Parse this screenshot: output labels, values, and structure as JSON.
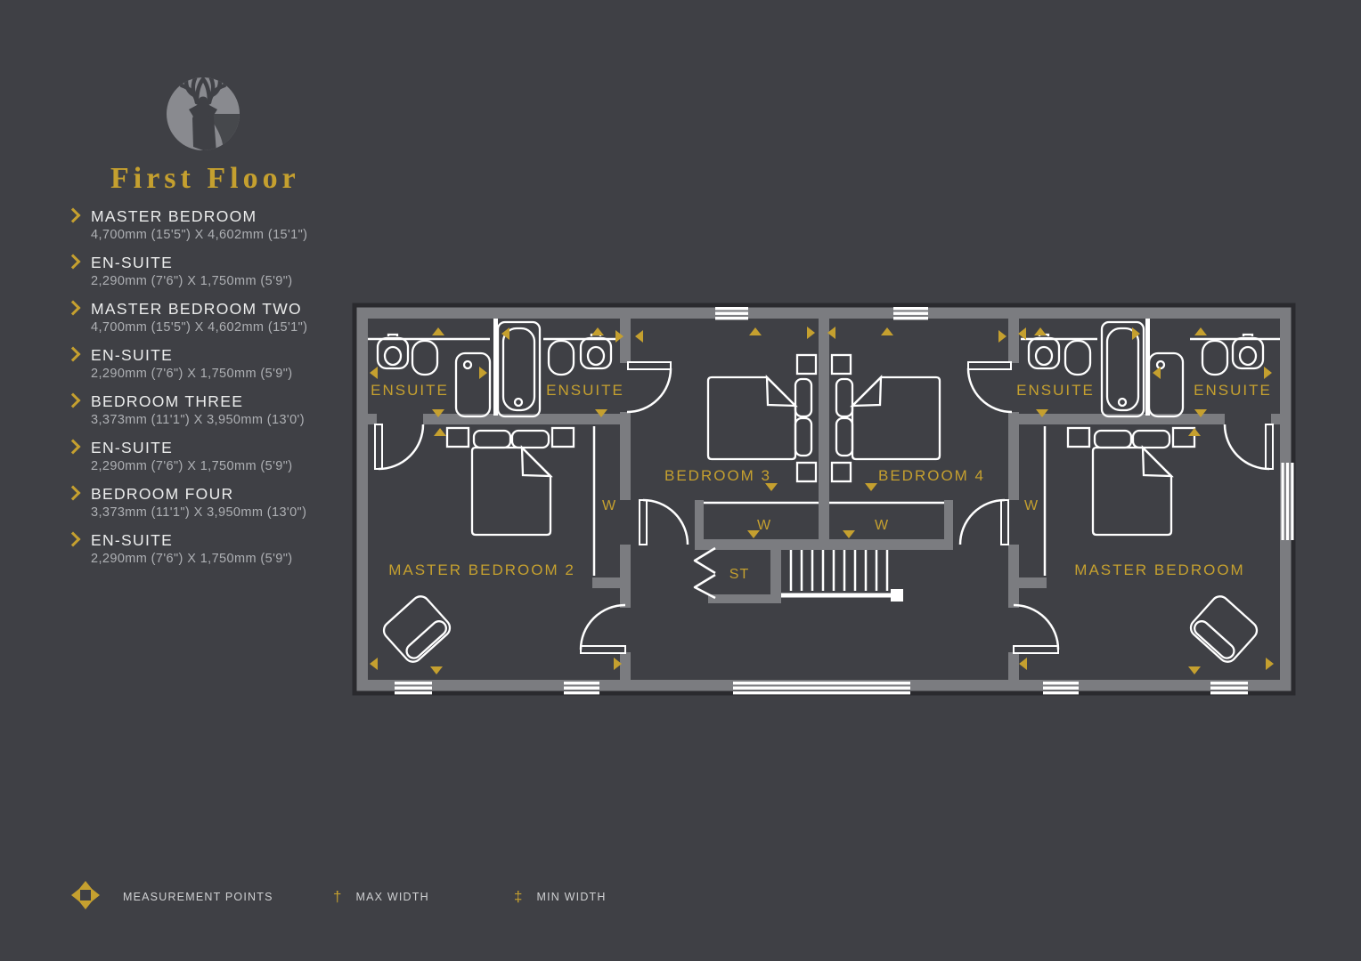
{
  "colors": {
    "background": "#3F4045",
    "accent_gold": "#C5A02F",
    "wall_gray": "#7B7C80",
    "line_white": "#FFFFFF",
    "logo_circle_gray": "#898A8F"
  },
  "header": {
    "title": "First Floor"
  },
  "rooms": [
    {
      "name": "MASTER BEDROOM",
      "dims": "4,700mm (15'5\") X 4,602mm (15'1\")"
    },
    {
      "name": "EN-SUITE",
      "dims": "2,290mm (7'6\") X 1,750mm (5'9\")"
    },
    {
      "name": "MASTER BEDROOM TWO",
      "dims": "4,700mm (15'5\") X 4,602mm (15'1\")"
    },
    {
      "name": "EN-SUITE",
      "dims": "2,290mm (7'6\") X 1,750mm (5'9\")"
    },
    {
      "name": "BEDROOM THREE",
      "dims": "3,373mm (11'1\") X 3,950mm (13'0')"
    },
    {
      "name": "EN-SUITE",
      "dims": "2,290mm (7'6\") X 1,750mm (5'9\")"
    },
    {
      "name": "BEDROOM FOUR",
      "dims": "3,373mm (11'1\") X 3,950mm (13'0\")"
    },
    {
      "name": "EN-SUITE",
      "dims": "2,290mm (7'6\") X 1,750mm (5'9\")"
    }
  ],
  "plan": {
    "labels": {
      "ensuite1": "ENSUITE",
      "ensuite2": "ENSUITE",
      "ensuite3": "ENSUITE",
      "ensuite4": "ENSUITE",
      "bedroom3": "BEDROOM 3",
      "bedroom4": "BEDROOM 4",
      "master_bedroom_2": "MASTER BEDROOM 2",
      "master_bedroom": "MASTER BEDROOM",
      "wardrobe_col_left": "W",
      "wardrobe_strip_left": "W",
      "wardrobe_strip_right": "W",
      "wardrobe_col_right": "W",
      "storage": "ST"
    }
  },
  "legend": {
    "measurement_points": "MEASUREMENT POINTS",
    "max_width_symbol": "†",
    "max_width_label": "MAX WIDTH",
    "min_width_symbol": "‡",
    "min_width_label": "MIN WIDTH"
  }
}
